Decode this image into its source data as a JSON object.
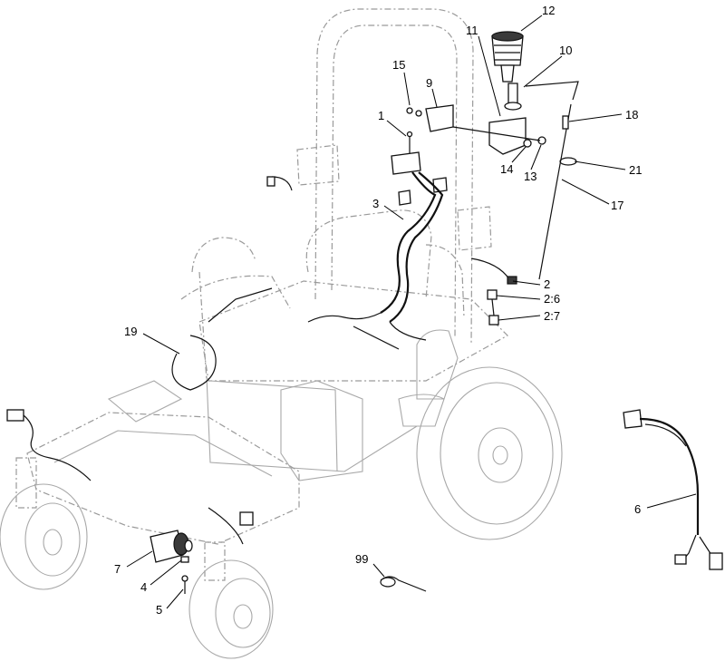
{
  "callouts": [
    {
      "id": "c12",
      "label": "12"
    },
    {
      "id": "c11",
      "label": "11"
    },
    {
      "id": "c10",
      "label": "10"
    },
    {
      "id": "c15",
      "label": "15"
    },
    {
      "id": "c9",
      "label": "9"
    },
    {
      "id": "c1",
      "label": "1"
    },
    {
      "id": "c18",
      "label": "18"
    },
    {
      "id": "c14",
      "label": "14"
    },
    {
      "id": "c13",
      "label": "13"
    },
    {
      "id": "c21",
      "label": "21"
    },
    {
      "id": "c3",
      "label": "3"
    },
    {
      "id": "c17",
      "label": "17"
    },
    {
      "id": "c2",
      "label": "2"
    },
    {
      "id": "c26",
      "label": "2:6"
    },
    {
      "id": "c27",
      "label": "2:7"
    },
    {
      "id": "c19",
      "label": "19"
    },
    {
      "id": "c6",
      "label": "6"
    },
    {
      "id": "c99",
      "label": "99"
    },
    {
      "id": "c7",
      "label": "7"
    },
    {
      "id": "c4",
      "label": "4"
    },
    {
      "id": "c5",
      "label": "5"
    }
  ]
}
